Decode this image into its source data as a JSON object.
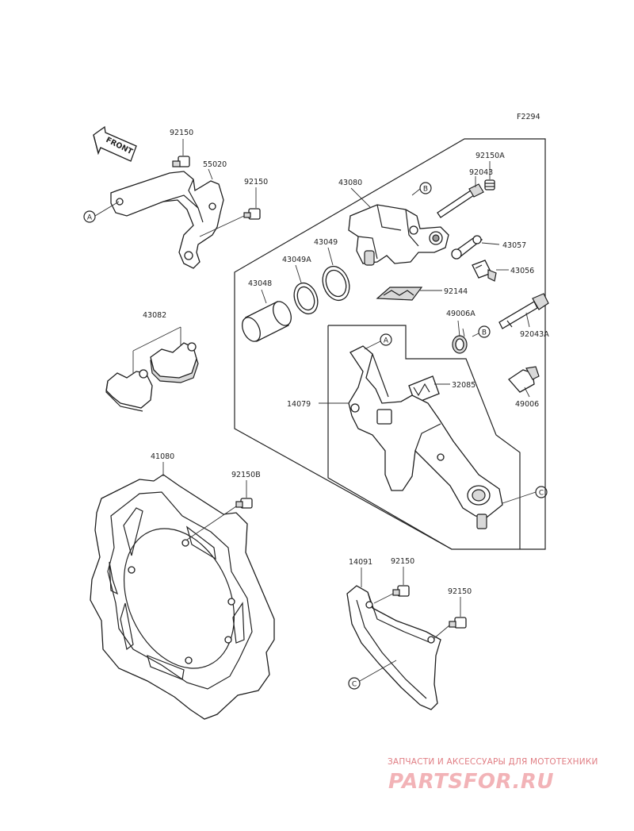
{
  "diagram_code": "F2294",
  "front_label": "FRONT",
  "parts": {
    "bolt_left_top": "92150",
    "bracket": "55020",
    "bolt_left_mid": "92150",
    "caliper": "43080",
    "cap": "92150A",
    "pin_upper": "92043",
    "seal": "43049",
    "seal_a": "43049A",
    "piston": "43048",
    "spring_clip": "43057",
    "bleeder": "43056",
    "spring_plate": "92144",
    "pads": "43082",
    "boot_a": "49006A",
    "pin_lower": "92043A",
    "holder": "14079",
    "pad_spring": "32085",
    "boot": "49006",
    "disc": "41080",
    "disc_bolt": "92150B",
    "guard": "14091",
    "guard_bolt_1": "92150",
    "guard_bolt_2": "92150"
  },
  "refs": {
    "a": "A",
    "b": "B",
    "c": "C"
  },
  "watermark": {
    "caption": "ЗАПЧАСТИ И АКСЕССУАРЫ ДЛЯ МОТОТЕХНИКИ",
    "brand": "PARTSFOR.RU"
  }
}
